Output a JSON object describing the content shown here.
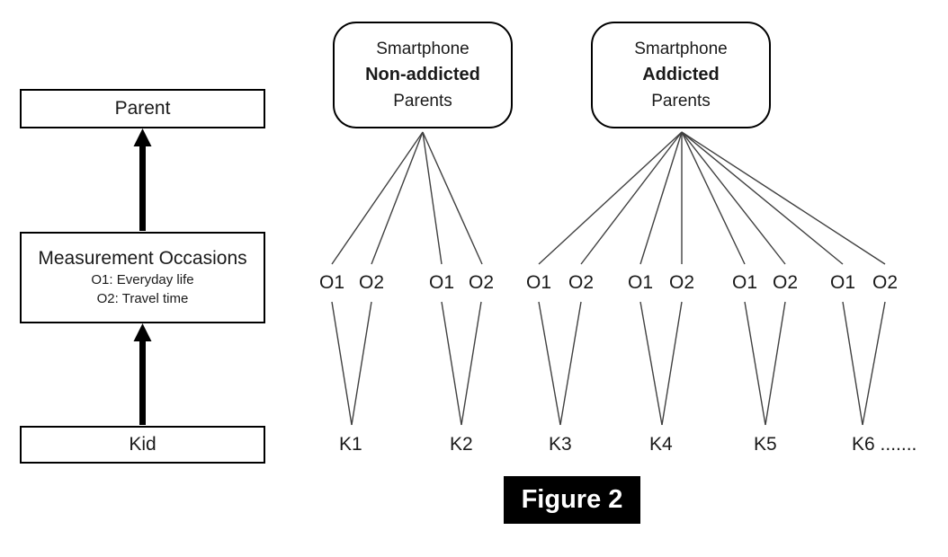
{
  "left_flow": {
    "parent_label": "Parent",
    "measurement_title": "Measurement Occasions",
    "measurement_sub1": "O1: Everyday life",
    "measurement_sub2": "O2: Travel time",
    "kid_label": "Kid"
  },
  "groups": {
    "non_addicted": {
      "line1": "Smartphone",
      "line2": "Non-addicted",
      "line3": "Parents"
    },
    "addicted": {
      "line1": "Smartphone",
      "line2": "Addicted",
      "line3": "Parents"
    }
  },
  "occasion_labels": [
    "O1",
    "O2",
    "O1",
    "O2",
    "O1",
    "O2",
    "O1",
    "O2",
    "O1",
    "O2",
    "O1",
    "O2"
  ],
  "kid_labels": [
    "K1",
    "K2",
    "K3",
    "K4",
    "K5",
    "K6 ......."
  ],
  "caption": "Figure 2",
  "colors": {
    "connector_line": "#404040",
    "box_border": "#000000",
    "arrow": "#000000",
    "caption_bg": "#000000",
    "caption_text": "#ffffff"
  }
}
